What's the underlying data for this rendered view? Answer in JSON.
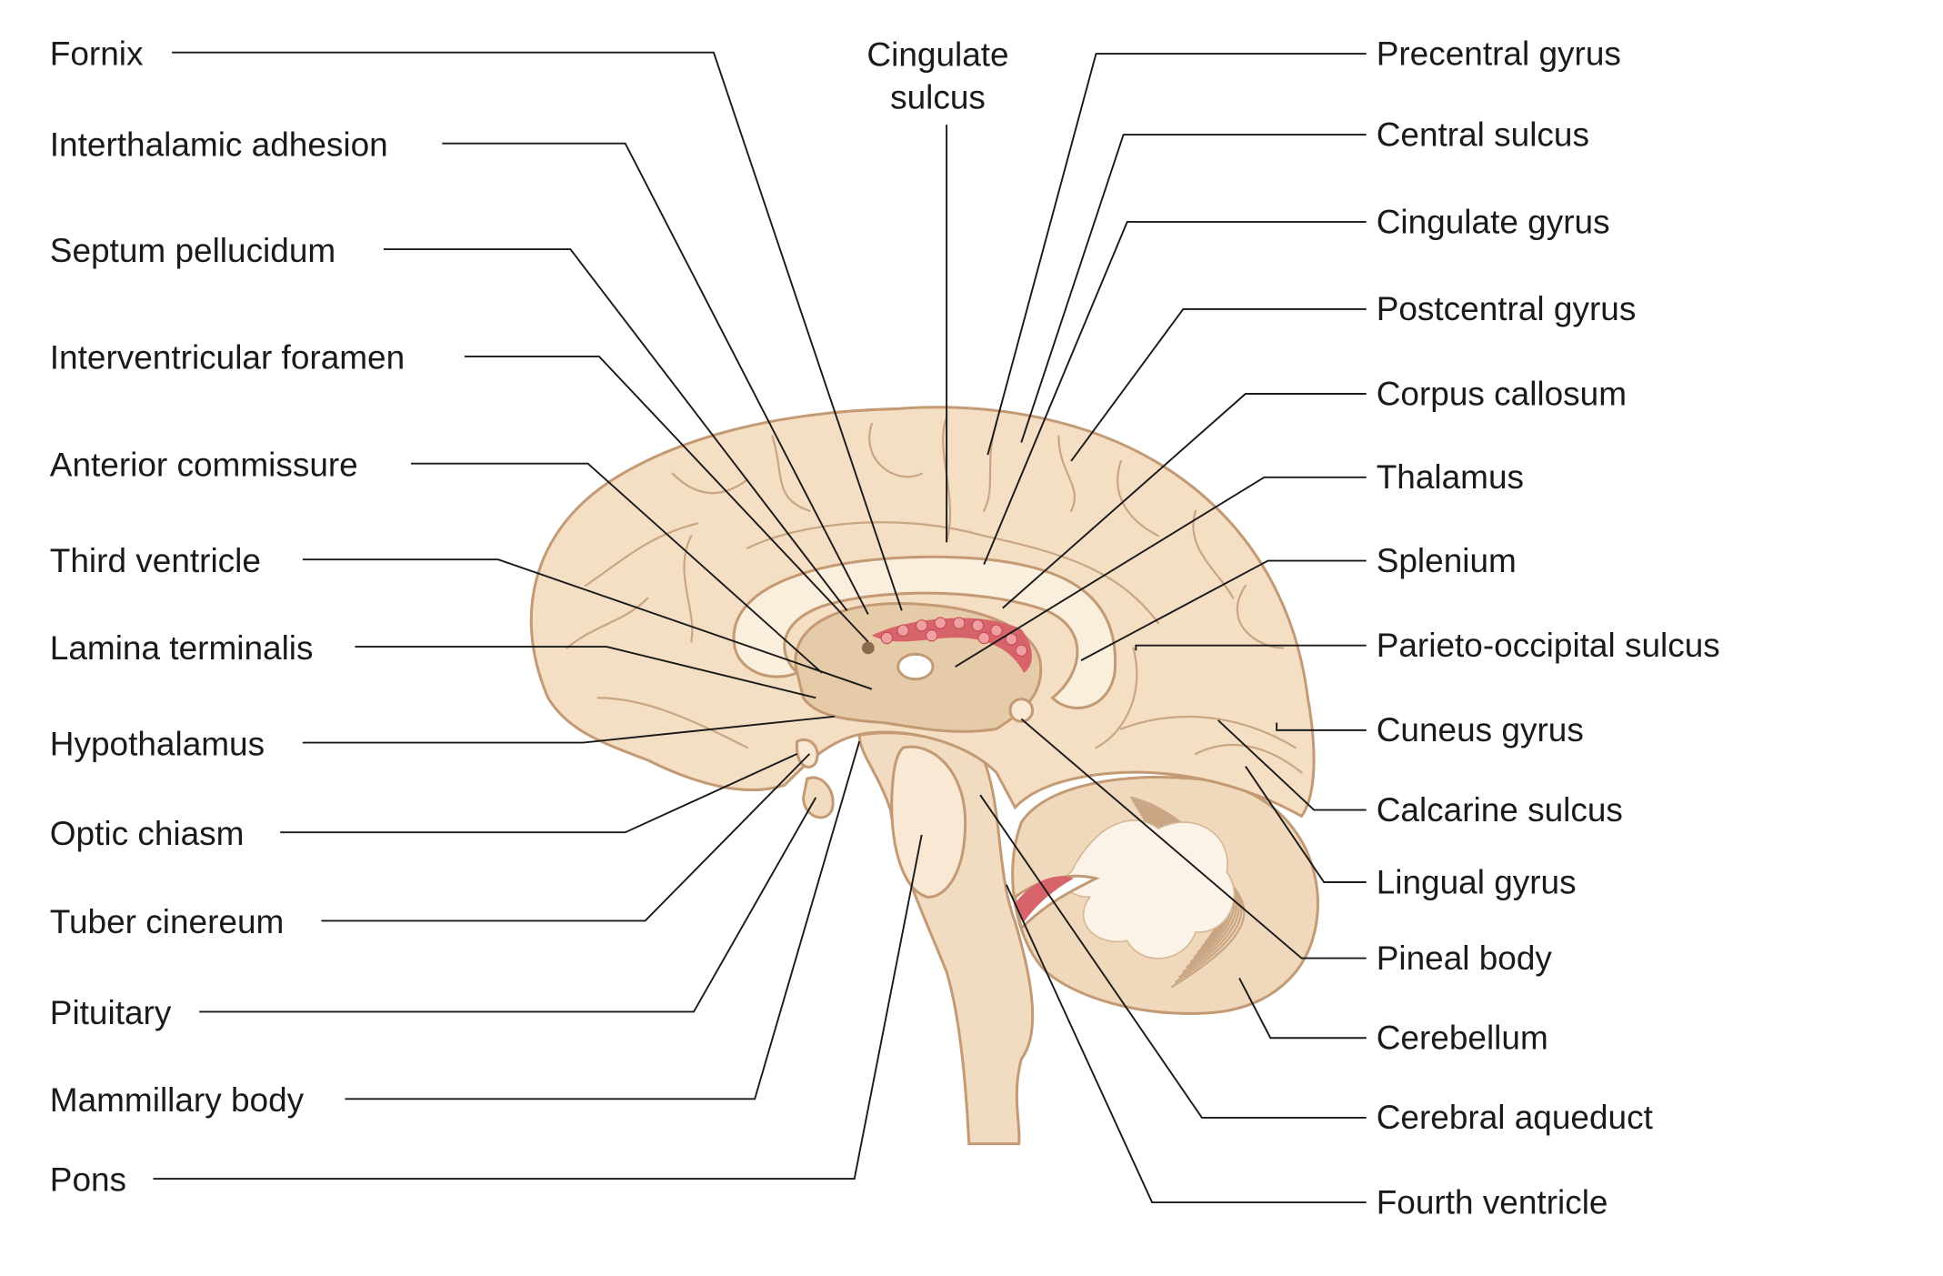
{
  "diagram": {
    "top_label": {
      "id": "cingulate-sulcus",
      "lines": [
        "Cingulate",
        "sulcus"
      ]
    },
    "left_labels": [
      {
        "id": "fornix",
        "text": "Fornix"
      },
      {
        "id": "interthalamic-adhesion",
        "text": "Interthalamic adhesion"
      },
      {
        "id": "septum-pellucidum",
        "text": "Septum pellucidum"
      },
      {
        "id": "interventricular-foramen",
        "text": "Interventricular foramen"
      },
      {
        "id": "anterior-commissure",
        "text": "Anterior commissure"
      },
      {
        "id": "third-ventricle",
        "text": "Third ventricle"
      },
      {
        "id": "lamina-terminalis",
        "text": "Lamina terminalis"
      },
      {
        "id": "hypothalamus",
        "text": "Hypothalamus"
      },
      {
        "id": "optic-chiasm",
        "text": "Optic chiasm"
      },
      {
        "id": "tuber-cinereum",
        "text": "Tuber cinereum"
      },
      {
        "id": "pituitary",
        "text": "Pituitary"
      },
      {
        "id": "mammillary-body",
        "text": "Mammillary body"
      },
      {
        "id": "pons",
        "text": "Pons"
      }
    ],
    "right_labels": [
      {
        "id": "precentral-gyrus",
        "text": "Precentral gyrus"
      },
      {
        "id": "central-sulcus",
        "text": "Central sulcus"
      },
      {
        "id": "cingulate-gyrus",
        "text": "Cingulate gyrus"
      },
      {
        "id": "postcentral-gyrus",
        "text": "Postcentral gyrus"
      },
      {
        "id": "corpus-callosum",
        "text": "Corpus callosum"
      },
      {
        "id": "thalamus",
        "text": "Thalamus"
      },
      {
        "id": "splenium",
        "text": "Splenium"
      },
      {
        "id": "parieto-occipital-sulcus",
        "text": "Parieto-occipital sulcus"
      },
      {
        "id": "cuneus-gyrus",
        "text": "Cuneus gyrus"
      },
      {
        "id": "calcarine-sulcus",
        "text": "Calcarine sulcus"
      },
      {
        "id": "lingual-gyrus",
        "text": "Lingual gyrus"
      },
      {
        "id": "pineal-body",
        "text": "Pineal body"
      },
      {
        "id": "cerebellum",
        "text": "Cerebellum"
      },
      {
        "id": "cerebral-aqueduct",
        "text": "Cerebral aqueduct"
      },
      {
        "id": "fourth-ventricle",
        "text": "Fourth ventricle"
      }
    ],
    "colors": {
      "cerebrum": "#f4dfc4",
      "deep": "#e6cba8",
      "callosum": "#faeedd",
      "cerebellum": "#efd8bb",
      "choroid": "#d8646b",
      "outline": "#c39a74"
    }
  }
}
